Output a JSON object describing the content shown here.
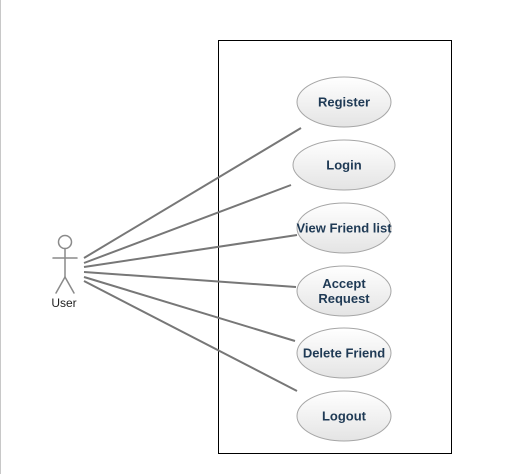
{
  "diagram": {
    "type": "use-case",
    "actor": {
      "label": "User"
    },
    "use_cases": [
      {
        "id": "register",
        "lines": [
          "Register"
        ]
      },
      {
        "id": "login",
        "lines": [
          "Login"
        ]
      },
      {
        "id": "view-friend-list",
        "lines": [
          "View Friend list"
        ]
      },
      {
        "id": "accept-request",
        "lines": [
          "Accept",
          "Request"
        ]
      },
      {
        "id": "delete-friend",
        "lines": [
          "Delete Friend"
        ]
      },
      {
        "id": "logout",
        "lines": [
          "Logout"
        ]
      }
    ],
    "associations": [
      {
        "from": "actor",
        "to": "register"
      },
      {
        "from": "actor",
        "to": "login"
      },
      {
        "from": "actor",
        "to": "view-friend-list"
      },
      {
        "from": "actor",
        "to": "accept-request"
      },
      {
        "from": "actor",
        "to": "delete-friend"
      },
      {
        "from": "actor",
        "to": "logout"
      }
    ],
    "colors": {
      "association_line": "#777777",
      "ellipse_border": "#a6a6a6",
      "ellipse_fill_top": "#ffffff",
      "ellipse_fill_bottom": "#e4e4e4",
      "use_case_text": "#1f3a55",
      "boundary": "#000000",
      "actor_stroke": "#8a8a8a"
    }
  }
}
